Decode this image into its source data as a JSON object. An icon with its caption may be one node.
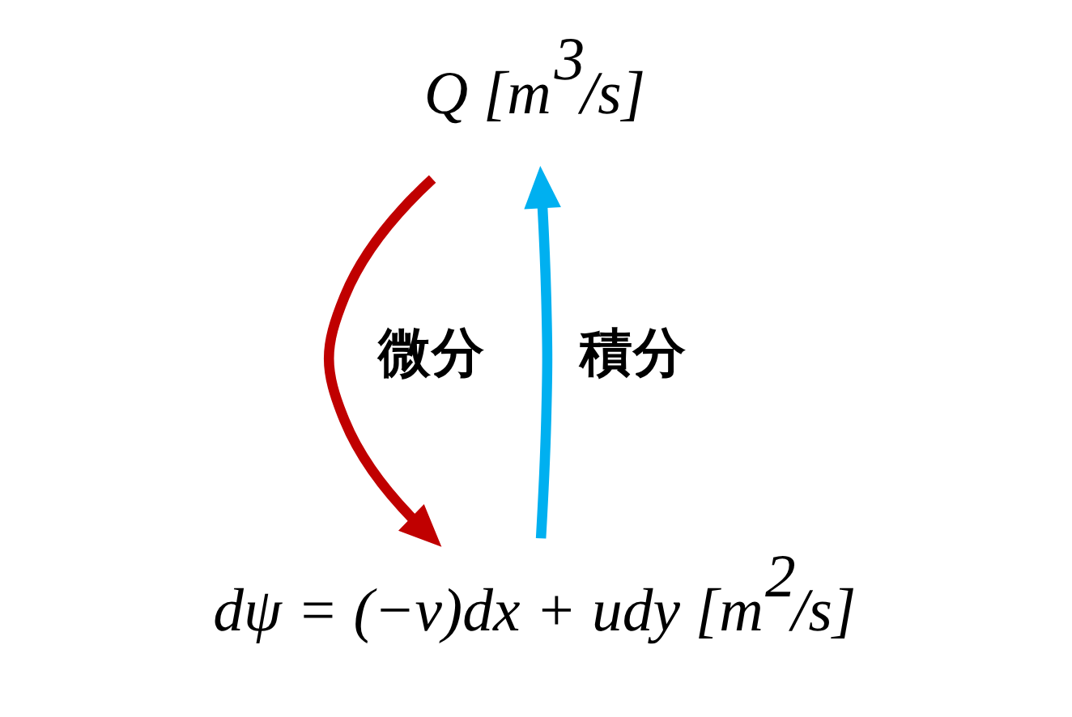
{
  "diagram": {
    "nodes": [
      {
        "text": [
          "Q [m$^{3}$/s]"
        ]
      },
      {
        "text": [
          "dψ = (−v)dx + udy [m$^{2}$/s]"
        ]
      }
    ],
    "edges": [
      {
        "from": 0,
        "to": 1,
        "arrow": "to",
        "label": "微分",
        "color": "#c00000"
      },
      {
        "from": 1,
        "to": 0,
        "arrow": "to",
        "label": "積分",
        "color": "#00b0f0"
      }
    ]
  }
}
